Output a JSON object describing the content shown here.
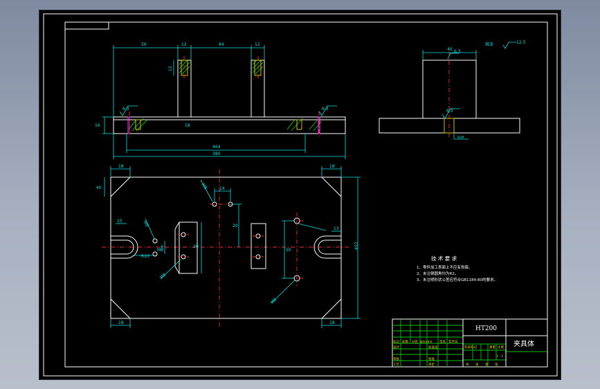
{
  "front_view": {
    "dim_56": "56",
    "dim_12a": "12",
    "dim_84": "84",
    "dim_12b": "12",
    "dim_12_vert": "12",
    "dim_16": "16",
    "dim_18": "18",
    "dim_464": "464",
    "dim_380": "380",
    "rough_left": "6.3",
    "rough_right": "6.3"
  },
  "side_view": {
    "dim_top": "40",
    "rough_mid": "6.3",
    "rough_top": "6.3",
    "rest_rough_label": "其余",
    "rest_rough_value": "12.5",
    "bottom_note": "BOM"
  },
  "top_view": {
    "dim_18_tl": "18",
    "dim_18_tr": "18",
    "dim_18_bl": "18",
    "dim_18_br": "18",
    "dim_40_left": "40",
    "dim_15": "15",
    "dim_14": "14",
    "dim_20": "20",
    "dim_30": "30",
    "dim_8": "8",
    "dim_50": "50",
    "dim_r10": "R10",
    "dim_13": "13",
    "dim_452": "452",
    "leader_a": "M8",
    "leader_b": "M8",
    "leader_c": "M8",
    "leader_d": "M8",
    "leader_e": "M8"
  },
  "tech_req": {
    "title": "技 术 要 求",
    "items": [
      "1、零件加工表面上不应有划痕。",
      "2、未注倒圆角均为R2。",
      "3、未注明形状公差应符合GB1184-80的要求。"
    ]
  },
  "title_block": {
    "material": "HT200",
    "part_name": "夹具体",
    "scale_label": "1 : 1",
    "row_labels": [
      "标记",
      "处数",
      "分区",
      "更改文件号",
      "签名",
      "年月日"
    ],
    "role_labels": [
      "设计",
      "审核",
      "工艺"
    ],
    "mid_labels": [
      "标准化",
      "批准",
      "审定"
    ],
    "col_labels": [
      "阶段标记",
      "重量",
      "比例"
    ],
    "sheet_labels": [
      "共",
      "张",
      "第",
      "张"
    ]
  }
}
